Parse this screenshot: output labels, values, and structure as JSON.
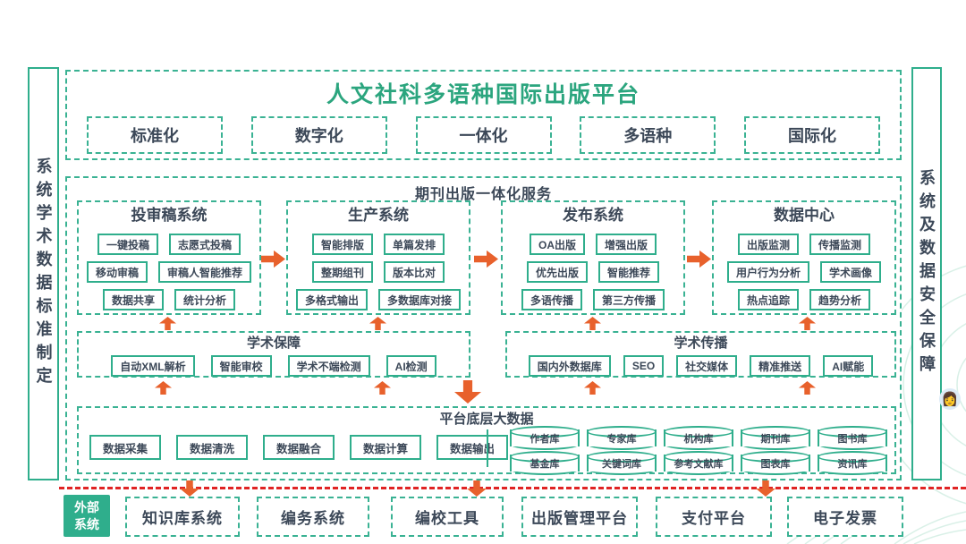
{
  "palette": {
    "green": "#2FAE8C",
    "border_green": "#3AB293",
    "title_green": "#2BA57E",
    "dark_text": "#3C4858",
    "orange_arrow": "#E8612C",
    "red_line": "#E02424"
  },
  "header": {
    "title": "人文社科多语种国际出版平台"
  },
  "features": [
    "标准化",
    "数字化",
    "一体化",
    "多语种",
    "国际化"
  ],
  "sidebars": {
    "left": "系统学术数据标准制定",
    "right": "系统及数据安全保障"
  },
  "service": {
    "title": "期刊出版一体化服务",
    "subsystems": [
      {
        "title": "投审稿系统",
        "items": [
          "一键投稿",
          "志愿式投稿",
          "移动审稿",
          "审稿人智能推荐",
          "数据共享",
          "统计分析"
        ]
      },
      {
        "title": "生产系统",
        "items": [
          "智能排版",
          "单篇发排",
          "整期组刊",
          "版本比对",
          "多格式输出",
          "多数据库对接"
        ]
      },
      {
        "title": "发布系统",
        "items": [
          "OA出版",
          "增强出版",
          "优先出版",
          "智能推荐",
          "多语传播",
          "第三方传播"
        ]
      },
      {
        "title": "数据中心",
        "items": [
          "出版监测",
          "传播监测",
          "用户行为分析",
          "学术画像",
          "热点追踪",
          "趋势分析"
        ]
      }
    ],
    "assurance": {
      "title": "学术保障",
      "items": [
        "自动XML解析",
        "智能审校",
        "学术不端检测",
        "AI检测"
      ]
    },
    "dissemination": {
      "title": "学术传播",
      "items": [
        "国内外数据库",
        "SEO",
        "社交媒体",
        "精准推送",
        "AI赋能"
      ]
    },
    "bigdata": {
      "title": "平台底层大数据",
      "processes": [
        "数据采集",
        "数据清洗",
        "数据融合",
        "数据计算",
        "数据输出"
      ],
      "db_row1": [
        "作者库",
        "专家库",
        "机构库",
        "期刊库",
        "图书库"
      ],
      "db_row2": [
        "基金库",
        "关键词库",
        "参考文献库",
        "图表库",
        "资讯库"
      ]
    }
  },
  "external": {
    "label": "外部系统",
    "systems": [
      "知识库系统",
      "编务系统",
      "编校工具",
      "出版管理平台",
      "支付平台",
      "电子发票"
    ]
  },
  "avatar_icon": "👩"
}
